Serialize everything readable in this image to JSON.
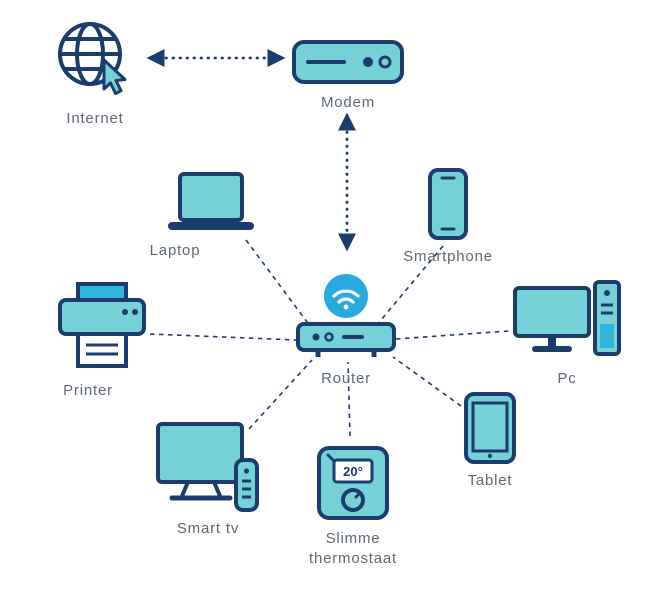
{
  "diagram": {
    "nodes": {
      "internet": {
        "label": "Internet"
      },
      "modem": {
        "label": "Modem"
      },
      "router": {
        "label": "Router"
      },
      "laptop": {
        "label": "Laptop"
      },
      "smartphone": {
        "label": "Smartphone"
      },
      "printer": {
        "label": "Printer"
      },
      "pc": {
        "label": "Pc"
      },
      "smart_tv": {
        "label": "Smart tv"
      },
      "thermostat": {
        "label": "Slimme thermostaat",
        "display": "20°"
      },
      "tablet": {
        "label": "Tablet"
      }
    },
    "icons": {
      "internet": "globe-cursor-icon",
      "modem": "modem-box-icon",
      "router": "router-wifi-icon",
      "laptop": "laptop-icon",
      "smartphone": "smartphone-icon",
      "printer": "printer-icon",
      "pc": "desktop-pc-icon",
      "smart_tv": "tv-remote-icon",
      "thermostat": "thermostat-icon",
      "tablet": "tablet-icon"
    },
    "colors": {
      "outline_navy": "#1D3C6E",
      "fill_teal": "#76D1D6",
      "fill_cyan": "#2FB4DC",
      "wifi_blue": "#29ABE2",
      "label_text": "#5E6A78"
    }
  }
}
